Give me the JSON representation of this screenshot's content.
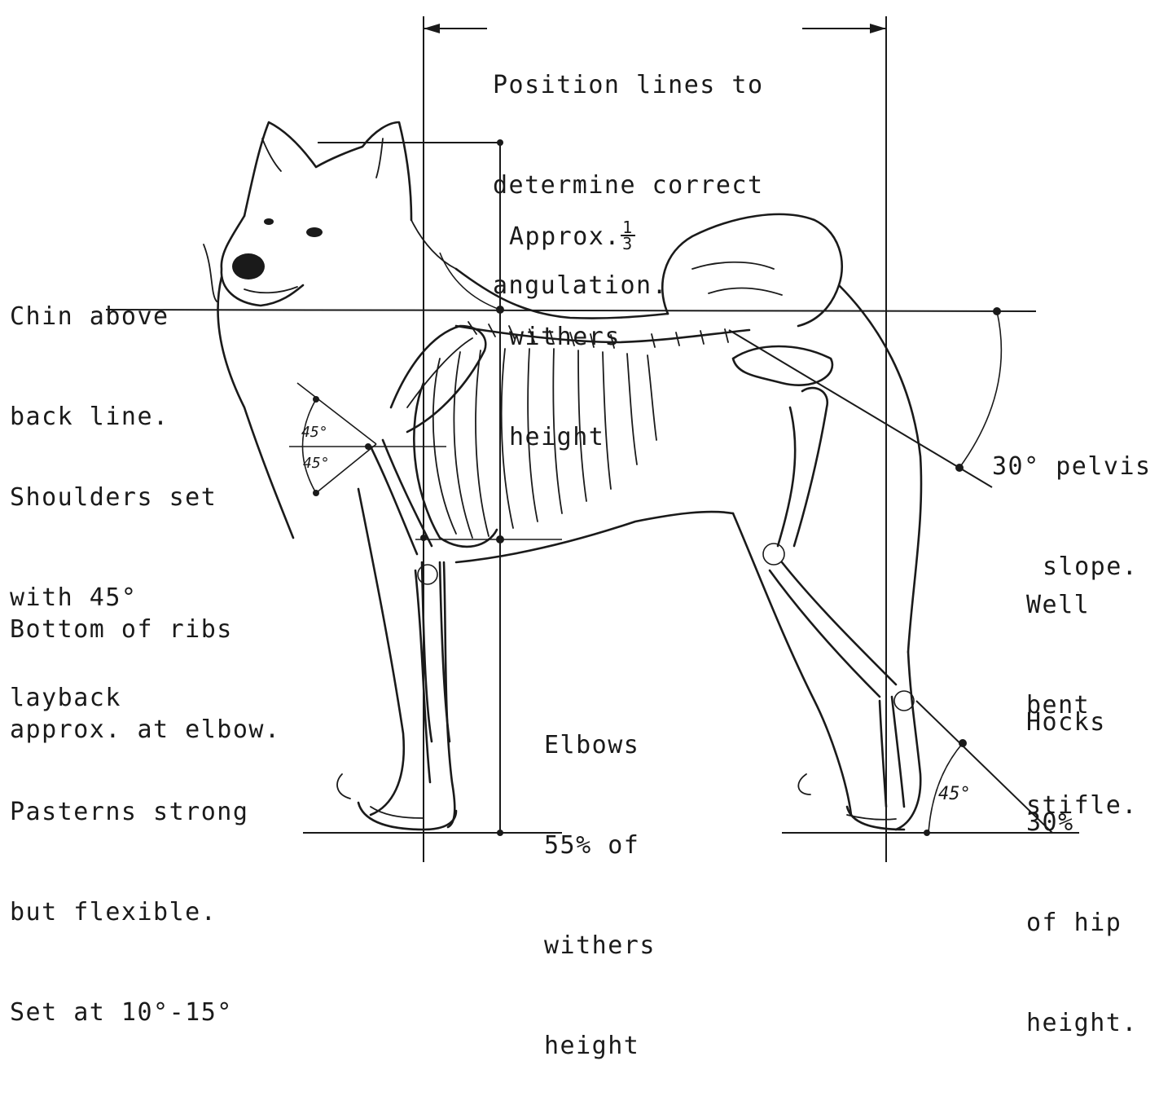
{
  "labels": {
    "position_lines": [
      "Position lines to",
      "determine correct",
      "angulation."
    ],
    "chin": [
      "Chin above",
      "back line."
    ],
    "withers_third": [
      "Approx.",
      "withers",
      "height"
    ],
    "fraction_num": "1",
    "fraction_den": "3",
    "pelvis": [
      "30° pelvis",
      "slope."
    ],
    "shoulders": [
      "Shoulders set",
      "with 45°",
      "layback"
    ],
    "ribs": [
      "Bottom of ribs",
      "approx. at elbow."
    ],
    "stifle": [
      "Well",
      "bent",
      "stifle."
    ],
    "elbows": [
      "Elbows",
      "55% of",
      "withers",
      "height"
    ],
    "hocks": [
      "Hocks",
      "30%",
      "of hip",
      "height."
    ],
    "pasterns": [
      "Pasterns strong",
      "but flexible.",
      "Set at 10°-15°"
    ],
    "angle_shoulder_upper": "45°",
    "angle_shoulder_lower": "45°",
    "angle_hock": "45°"
  },
  "icons": {
    "illustration": "samoyed-skeleton-illustration"
  }
}
